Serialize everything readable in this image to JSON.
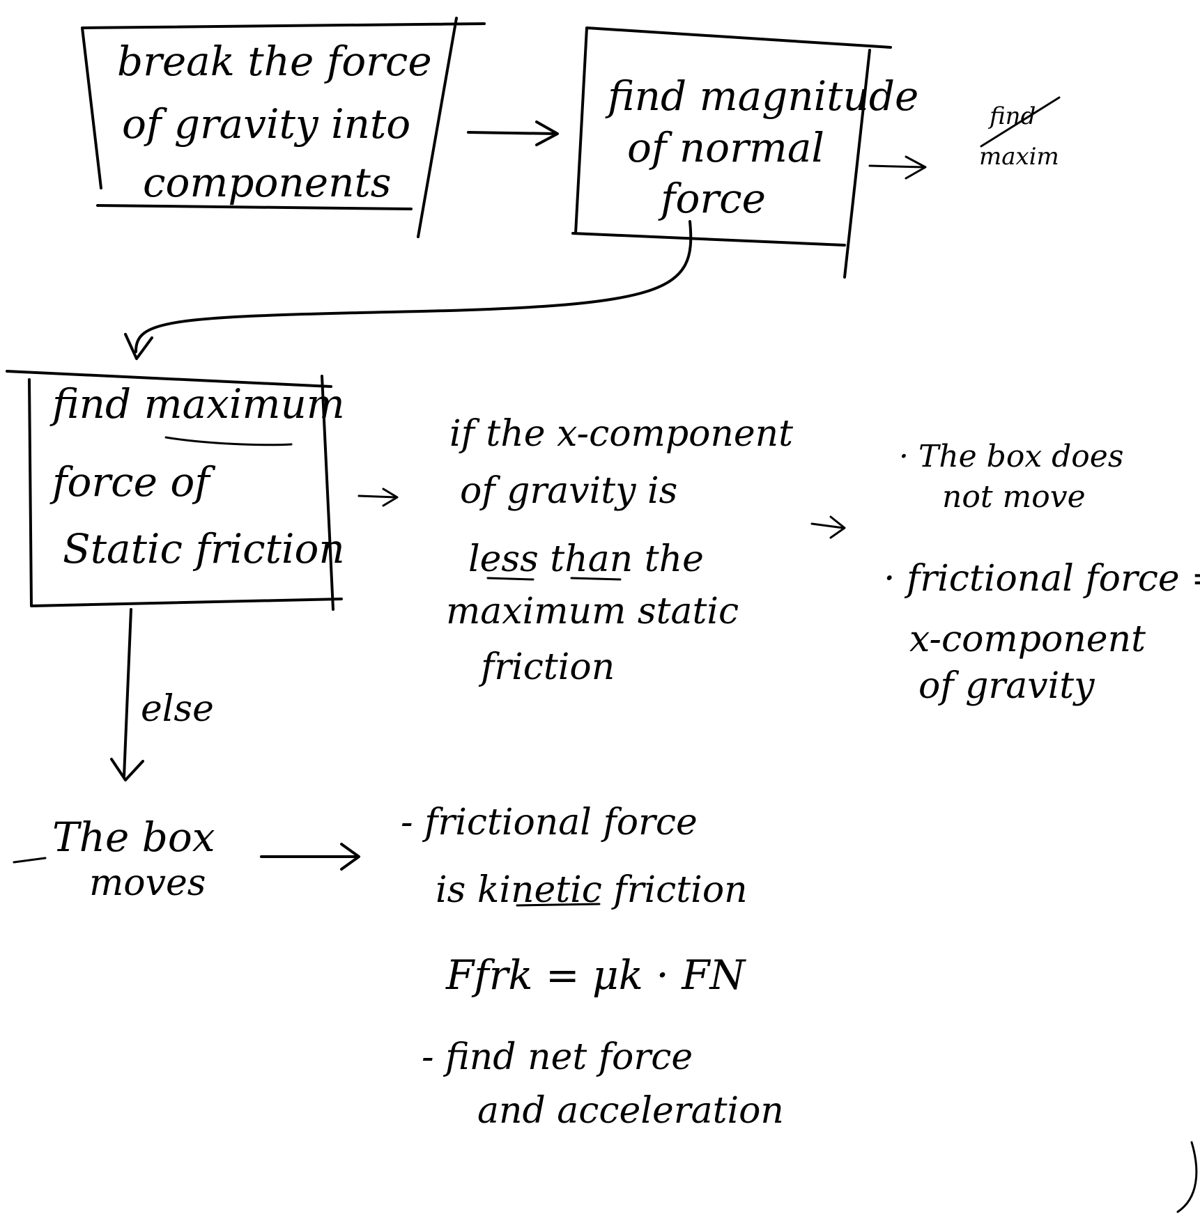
{
  "nodes": {
    "break_gravity": [
      "break the force",
      "of gravity into",
      "components"
    ],
    "normal_force": [
      "find magnitude",
      "of normal",
      "force"
    ],
    "crossed_out": [
      "find",
      "maxim"
    ],
    "max_static": [
      "find maximum",
      "force of",
      "Static friction"
    ],
    "condition": [
      "if the x-component",
      "of gravity is",
      "less than the",
      "maximum static",
      "friction"
    ],
    "no_move_result": [
      "· The box does",
      "not move",
      "· frictional force =",
      "x-component",
      "of gravity"
    ],
    "box_moves": [
      "The box",
      "moves"
    ],
    "kinetic_result": [
      "- frictional force",
      "is kinetic friction",
      "Ffrk = μk · FN",
      "- find net force",
      "and acceleration"
    ]
  },
  "edges": {
    "else_label": "else"
  }
}
